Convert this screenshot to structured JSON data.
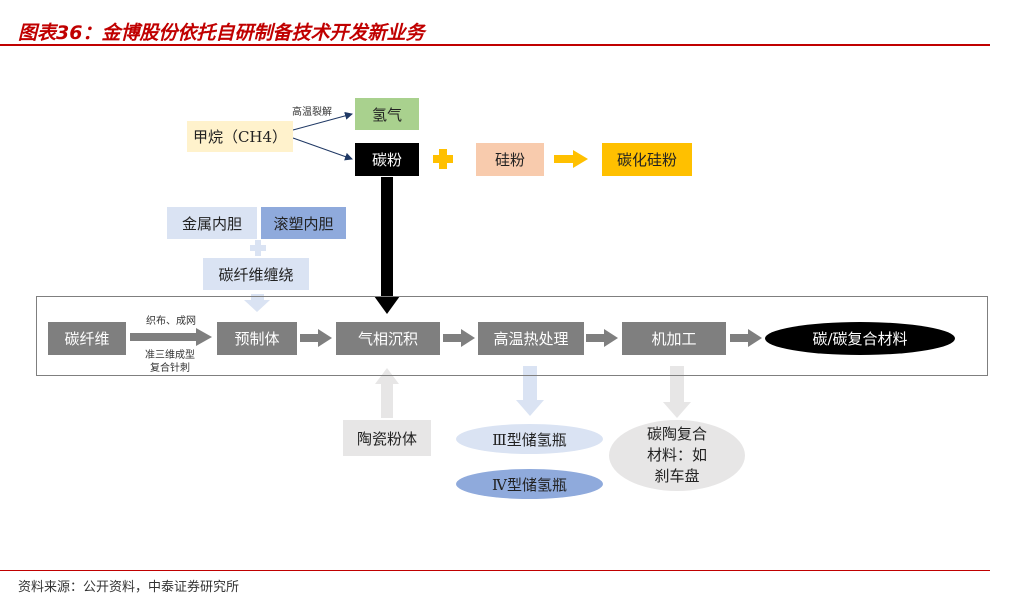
{
  "header": {
    "title": "图表36：金博股份依托自研制备技术开发新业务"
  },
  "footer": {
    "source": "资料来源：公开资料，中泰证券研究所"
  },
  "diagram": {
    "methane": "甲烷（CH4）",
    "pyrolysis_label": "高温裂解",
    "hydrogen": "氢气",
    "carbon_powder": "碳粉",
    "silicon_powder": "硅粉",
    "silicon_carbide": "碳化硅粉",
    "metal_liner": "金属内胆",
    "rotomold_liner": "滚塑内胆",
    "winding": "碳纤维缠绕",
    "carbon_fiber": "碳纤维",
    "weaving_label": "织布、成网",
    "needling_label_1": "准三维成型",
    "needling_label_2": "复合针刺",
    "preform": "预制体",
    "cvd": "气相沉积",
    "heat_treatment": "高温热处理",
    "machining": "机加工",
    "cc_composite": "碳/碳复合材料",
    "ceramic_powder": "陶瓷粉体",
    "type3_bottle": "Ⅲ型储氢瓶",
    "type4_bottle": "Ⅳ型储氢瓶",
    "ceramic_composite_1": "碳陶复合",
    "ceramic_composite_2": "材料：如",
    "ceramic_composite_3": "刹车盘"
  },
  "colors": {
    "accent_red": "#c00000",
    "green_box": "#a9d18e",
    "yellow_box": "#fff2cc",
    "salmon_box": "#f8cbad",
    "gold_box": "#ffc000",
    "light_blue_box": "#dae3f3",
    "blue_box": "#8faadc",
    "process_gray": "#7f7f7f",
    "light_gray": "#e7e6e6",
    "ellipse_light_blue": "#dae3f3",
    "ellipse_blue": "#8faadc"
  }
}
